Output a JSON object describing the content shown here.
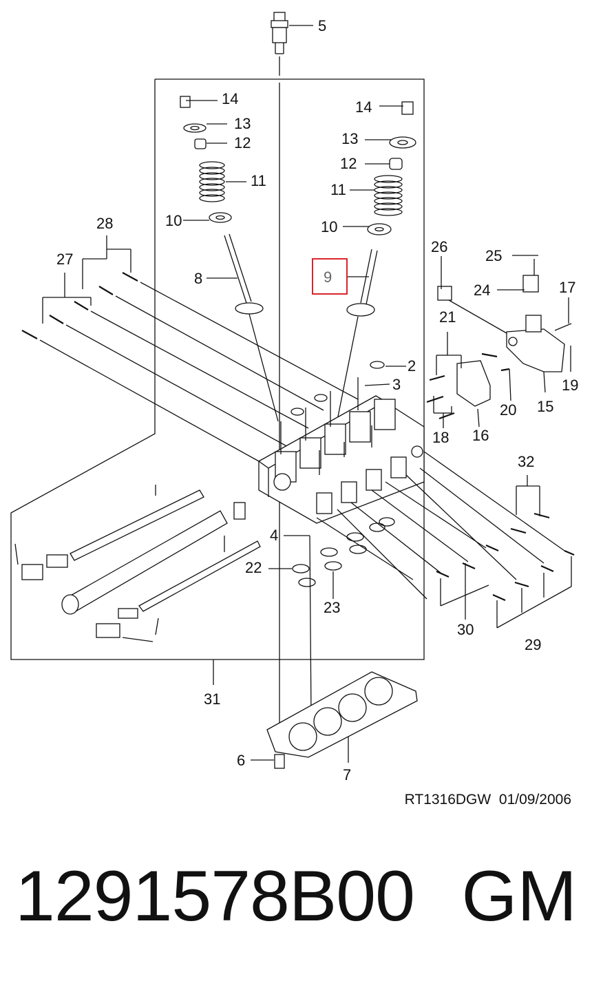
{
  "diagram": {
    "callouts": [
      {
        "id": "5",
        "label": "5"
      },
      {
        "id": "14a",
        "label": "14"
      },
      {
        "id": "13a",
        "label": "13"
      },
      {
        "id": "12a",
        "label": "12"
      },
      {
        "id": "11a",
        "label": "11"
      },
      {
        "id": "10a",
        "label": "10"
      },
      {
        "id": "8",
        "label": "8"
      },
      {
        "id": "14b",
        "label": "14"
      },
      {
        "id": "13b",
        "label": "13"
      },
      {
        "id": "12b",
        "label": "12"
      },
      {
        "id": "11b",
        "label": "11"
      },
      {
        "id": "10b",
        "label": "10"
      },
      {
        "id": "9",
        "label": "9",
        "highlighted": true
      },
      {
        "id": "28",
        "label": "28"
      },
      {
        "id": "27",
        "label": "27"
      },
      {
        "id": "26",
        "label": "26"
      },
      {
        "id": "25",
        "label": "25"
      },
      {
        "id": "24",
        "label": "24"
      },
      {
        "id": "17",
        "label": "17"
      },
      {
        "id": "21",
        "label": "21"
      },
      {
        "id": "2",
        "label": "2"
      },
      {
        "id": "3",
        "label": "3"
      },
      {
        "id": "19",
        "label": "19"
      },
      {
        "id": "20",
        "label": "20"
      },
      {
        "id": "15",
        "label": "15"
      },
      {
        "id": "18",
        "label": "18"
      },
      {
        "id": "16",
        "label": "16"
      },
      {
        "id": "32",
        "label": "32"
      },
      {
        "id": "4",
        "label": "4"
      },
      {
        "id": "22",
        "label": "22"
      },
      {
        "id": "23",
        "label": "23"
      },
      {
        "id": "30",
        "label": "30"
      },
      {
        "id": "29",
        "label": "29"
      },
      {
        "id": "31",
        "label": "31"
      },
      {
        "id": "6",
        "label": "6"
      },
      {
        "id": "7",
        "label": "7"
      }
    ],
    "highlight_color": "#d9242b",
    "line_color": "#111111"
  },
  "footer": {
    "ref_code": "RT1316DGW",
    "ref_date": "01/09/2006"
  },
  "part": {
    "number": "1291578B00",
    "brand": "GM"
  }
}
